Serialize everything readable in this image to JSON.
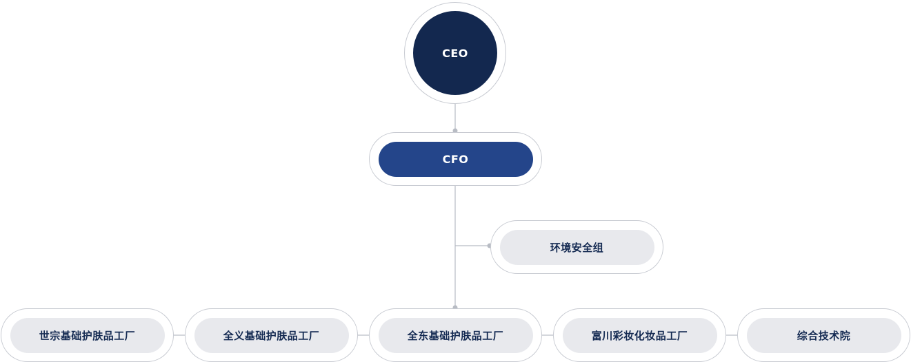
{
  "org_chart": {
    "ceo": {
      "label": "CEO"
    },
    "cfo": {
      "label": "CFO"
    },
    "department": {
      "label": "环境安全组"
    },
    "factories": [
      {
        "label": "世宗基础护肤品工厂"
      },
      {
        "label": "全义基础护肤品工厂"
      },
      {
        "label": "全东基础护肤品工厂"
      },
      {
        "label": "富川彩妆化妆品工厂"
      },
      {
        "label": "综合技术院"
      }
    ]
  },
  "colors": {
    "ceo_fill": "#13284f",
    "cfo_fill": "#24458a",
    "node_fill": "#e8e9ed",
    "node_text": "#142a52",
    "connector": "#b8bcc4"
  }
}
